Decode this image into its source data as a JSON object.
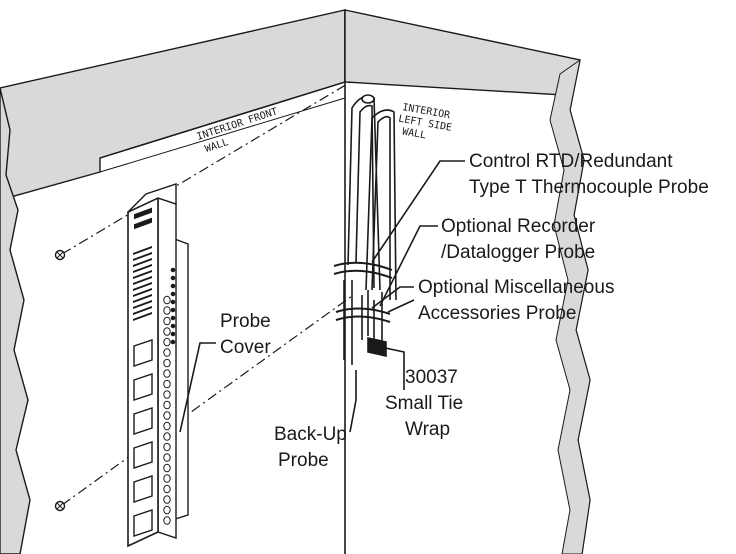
{
  "walls": {
    "front": [
      "INTERIOR FRONT",
      "WALL"
    ],
    "side": [
      "INTERIOR",
      "LEFT SIDE",
      "WALL"
    ]
  },
  "callouts": {
    "control_probe": [
      "Control RTD/Redundant",
      "Type T Thermocouple Probe"
    ],
    "recorder_probe": [
      "Optional Recorder",
      "/Datalogger Probe"
    ],
    "misc_probe": [
      "Optional Miscellaneous",
      "Accessories Probe"
    ],
    "tie_wrap": [
      "30037",
      "Small Tie",
      "Wrap"
    ],
    "probe_cover": [
      "Probe",
      "Cover"
    ],
    "backup_probe": [
      "Back-Up",
      "Probe"
    ]
  },
  "colors": {
    "ink": "#1a1a1a",
    "wall_fill": "#d9d9d9",
    "paper": "#ffffff"
  }
}
